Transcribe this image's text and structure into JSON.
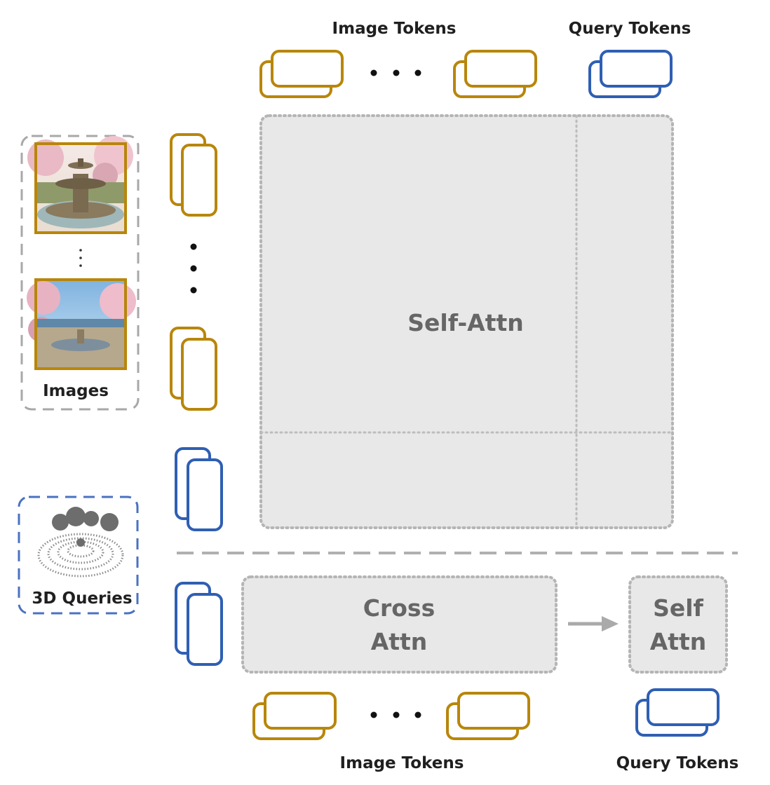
{
  "labels": {
    "image_tokens_top": "Image Tokens",
    "query_tokens_top": "Query Tokens",
    "images": "Images",
    "queries_3d": "3D Queries",
    "self_attn": "Self-Attn",
    "cross_line1": "Cross",
    "cross_line2": "Attn",
    "self_line1": "Self",
    "self_line2": "Attn",
    "image_tokens_bottom": "Image Tokens",
    "query_tokens_bottom": "Query Tokens"
  },
  "colors": {
    "image_token": "#b8860b",
    "query_token": "#2f5fb3",
    "block_fill": "#e8e8e8",
    "dotted_border": "#b5b5b5",
    "dashed_border": "#a8a8a8",
    "queries_border": "#4a72c2",
    "arrow": "#aaaaaa"
  }
}
